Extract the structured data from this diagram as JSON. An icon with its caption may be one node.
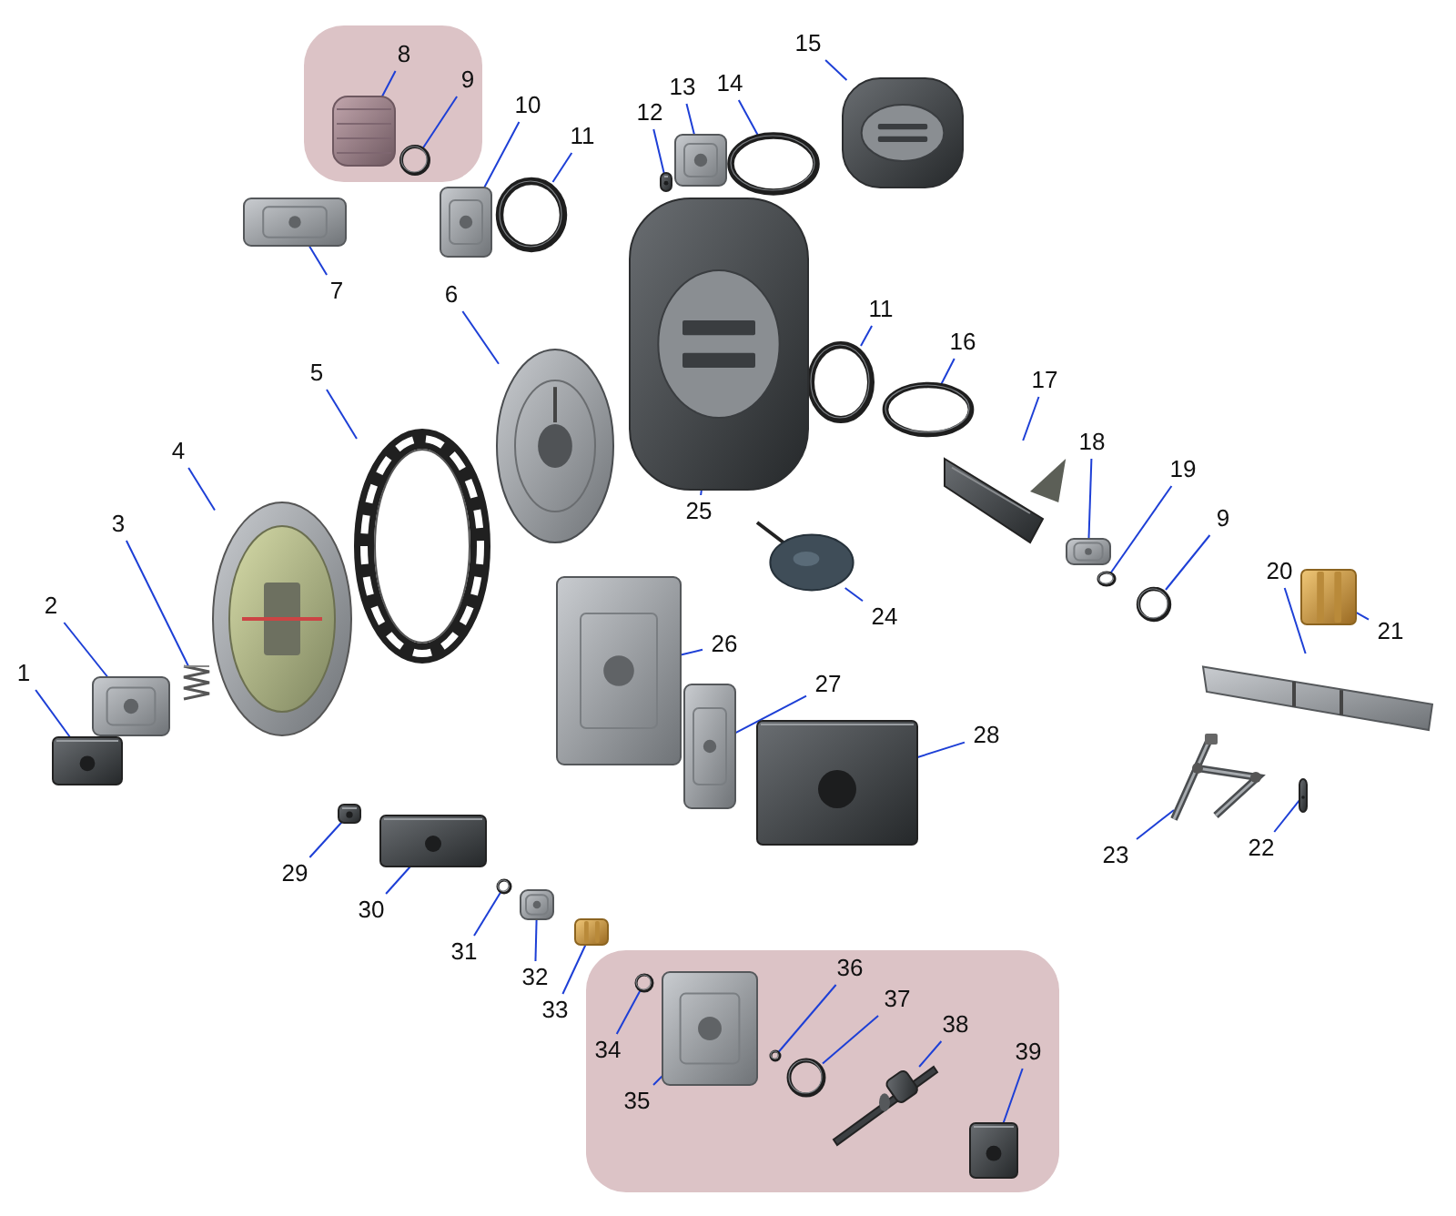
{
  "diagram": {
    "nodes": [
      {
        "text": [
          "1"
        ]
      },
      {
        "text": [],
        "shape": "picture"
      },
      {
        "text": [
          "2"
        ]
      },
      {
        "text": [],
        "shape": "picture"
      },
      {
        "text": [
          "3"
        ]
      },
      {
        "text": [],
        "shape": "picture"
      },
      {
        "text": [
          "4"
        ]
      },
      {
        "text": [],
        "shape": "picture"
      },
      {
        "text": [
          "5"
        ]
      },
      {
        "text": [],
        "shape": "picture"
      },
      {
        "text": [
          "6"
        ]
      },
      {
        "text": [],
        "shape": "picture"
      },
      {
        "text": [
          "7"
        ]
      },
      {
        "text": [],
        "shape": "picture"
      },
      {
        "text": [],
        "shape": "box"
      },
      {
        "text": [
          "8"
        ],
        "in": 14
      },
      {
        "text": [],
        "shape": "picture",
        "in": 14
      },
      {
        "text": [
          "9"
        ],
        "in": 14
      },
      {
        "text": [],
        "shape": "circle",
        "in": 14
      },
      {
        "text": [
          "10"
        ]
      },
      {
        "text": [],
        "shape": "picture"
      },
      {
        "text": [
          "11"
        ]
      },
      {
        "text": [],
        "shape": "circle"
      },
      {
        "text": [
          "11"
        ]
      },
      {
        "text": [],
        "shape": "circle"
      },
      {
        "text": [
          "12"
        ]
      },
      {
        "text": [],
        "shape": "picture"
      },
      {
        "text": [
          "13"
        ]
      },
      {
        "text": [],
        "shape": "picture"
      },
      {
        "text": [
          "14"
        ]
      },
      {
        "text": [],
        "shape": "circle"
      },
      {
        "text": [
          "15"
        ]
      },
      {
        "text": [],
        "shape": "picture"
      },
      {
        "text": [
          "16"
        ]
      },
      {
        "text": [],
        "shape": "circle"
      },
      {
        "text": [
          "17"
        ]
      },
      {
        "text": [],
        "shape": "picture"
      },
      {
        "text": [
          "18"
        ]
      },
      {
        "text": [],
        "shape": "picture"
      },
      {
        "text": [
          "19"
        ]
      },
      {
        "text": [],
        "shape": "circle"
      },
      {
        "text": [
          "9"
        ]
      },
      {
        "text": [],
        "shape": "circle"
      },
      {
        "text": [
          "20"
        ]
      },
      {
        "text": [],
        "shape": "picture"
      },
      {
        "text": [
          "21"
        ]
      },
      {
        "text": [],
        "shape": "picture"
      },
      {
        "text": [
          "22"
        ]
      },
      {
        "text": [],
        "shape": "picture"
      },
      {
        "text": [
          "23"
        ]
      },
      {
        "text": [],
        "shape": "picture"
      },
      {
        "text": [
          "24"
        ]
      },
      {
        "text": [],
        "shape": "picture"
      },
      {
        "text": [
          "25"
        ]
      },
      {
        "text": [],
        "shape": "picture"
      },
      {
        "text": [
          "26"
        ]
      },
      {
        "text": [],
        "shape": "picture"
      },
      {
        "text": [
          "27"
        ]
      },
      {
        "text": [],
        "shape": "picture"
      },
      {
        "text": [
          "28"
        ]
      },
      {
        "text": [],
        "shape": "picture"
      },
      {
        "text": [
          "29"
        ]
      },
      {
        "text": [],
        "shape": "picture"
      },
      {
        "text": [
          "30"
        ]
      },
      {
        "text": [],
        "shape": "picture"
      },
      {
        "text": [
          "31"
        ]
      },
      {
        "text": [],
        "shape": "circle"
      },
      {
        "text": [
          "32"
        ]
      },
      {
        "text": [],
        "shape": "picture"
      },
      {
        "text": [
          "33"
        ]
      },
      {
        "text": [],
        "shape": "picture"
      },
      {
        "text": [],
        "shape": "box"
      },
      {
        "text": [
          "34"
        ],
        "in": 71
      },
      {
        "text": [],
        "shape": "circle",
        "in": 71
      },
      {
        "text": [
          "35"
        ],
        "in": 71
      },
      {
        "text": [],
        "shape": "picture",
        "in": 71
      },
      {
        "text": [
          "36"
        ],
        "in": 71
      },
      {
        "text": [],
        "shape": "circle",
        "in": 71
      },
      {
        "text": [
          "37"
        ],
        "in": 71
      },
      {
        "text": [],
        "shape": "circle",
        "in": 71
      },
      {
        "text": [
          "38"
        ],
        "in": 71
      },
      {
        "text": [],
        "shape": "picture",
        "in": 71
      },
      {
        "text": [
          "39"
        ],
        "in": 71
      },
      {
        "text": [],
        "shape": "picture",
        "in": 71
      }
    ],
    "edges": [
      {
        "from": 0,
        "to": 1,
        "arrow": "none"
      },
      {
        "from": 2,
        "to": 3,
        "arrow": "none"
      },
      {
        "from": 4,
        "to": 5,
        "arrow": "none"
      },
      {
        "from": 6,
        "to": 7,
        "arrow": "none"
      },
      {
        "from": 8,
        "to": 9,
        "arrow": "none"
      },
      {
        "from": 10,
        "to": 11,
        "arrow": "none"
      },
      {
        "from": 12,
        "to": 13,
        "arrow": "none"
      },
      {
        "from": 15,
        "to": 16,
        "arrow": "none"
      },
      {
        "from": 17,
        "to": 18,
        "arrow": "none"
      },
      {
        "from": 19,
        "to": 20,
        "arrow": "none"
      },
      {
        "from": 21,
        "to": 22,
        "arrow": "none"
      },
      {
        "from": 23,
        "to": 24,
        "arrow": "none"
      },
      {
        "from": 25,
        "to": 26,
        "arrow": "none"
      },
      {
        "from": 27,
        "to": 28,
        "arrow": "none"
      },
      {
        "from": 29,
        "to": 30,
        "arrow": "none"
      },
      {
        "from": 31,
        "to": 32,
        "arrow": "none"
      },
      {
        "from": 33,
        "to": 34,
        "arrow": "none"
      },
      {
        "from": 35,
        "to": 36,
        "arrow": "none"
      },
      {
        "from": 37,
        "to": 38,
        "arrow": "none"
      },
      {
        "from": 39,
        "to": 40,
        "arrow": "none"
      },
      {
        "from": 41,
        "to": 42,
        "arrow": "none"
      },
      {
        "from": 43,
        "to": 44,
        "arrow": "none"
      },
      {
        "from": 45,
        "to": 46,
        "arrow": "none"
      },
      {
        "from": 47,
        "to": 48,
        "arrow": "none"
      },
      {
        "from": 49,
        "to": 50,
        "arrow": "none"
      },
      {
        "from": 51,
        "to": 52,
        "arrow": "none"
      },
      {
        "from": 53,
        "to": 54,
        "arrow": "none"
      },
      {
        "from": 55,
        "to": 56,
        "arrow": "none"
      },
      {
        "from": 57,
        "to": 58,
        "arrow": "none"
      },
      {
        "from": 59,
        "to": 60,
        "arrow": "none"
      },
      {
        "from": 61,
        "to": 62,
        "arrow": "none"
      },
      {
        "from": 63,
        "to": 64,
        "arrow": "none"
      },
      {
        "from": 65,
        "to": 66,
        "arrow": "none"
      },
      {
        "from": 67,
        "to": 68,
        "arrow": "none"
      },
      {
        "from": 69,
        "to": 70,
        "arrow": "none"
      },
      {
        "from": 72,
        "to": 73,
        "arrow": "none"
      },
      {
        "from": 74,
        "to": 75,
        "arrow": "none"
      },
      {
        "from": 76,
        "to": 77,
        "arrow": "none"
      },
      {
        "from": 78,
        "to": 79,
        "arrow": "none"
      },
      {
        "from": 80,
        "to": 81,
        "arrow": "none"
      },
      {
        "from": 82,
        "to": 83,
        "arrow": "none"
      }
    ]
  }
}
